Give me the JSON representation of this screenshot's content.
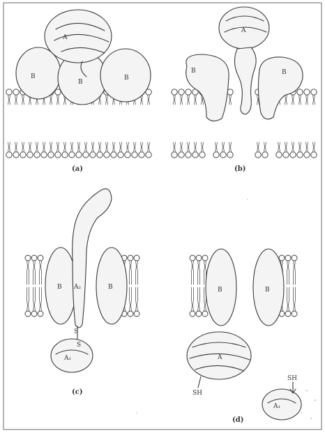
{
  "panels": [
    {
      "caption": "(a)",
      "subunit_labels": [
        "A",
        "B",
        "B",
        "B"
      ]
    },
    {
      "caption": "(b)",
      "subunit_labels": [
        "A",
        "B",
        "B"
      ]
    },
    {
      "caption": "(c)",
      "subunit_labels": [
        "B",
        "A₂",
        "B",
        "S",
        "A₁",
        "S"
      ]
    },
    {
      "caption": "(d)",
      "subunit_labels": [
        "B",
        "B",
        "A",
        "SH",
        "SH",
        "A₁"
      ]
    }
  ]
}
